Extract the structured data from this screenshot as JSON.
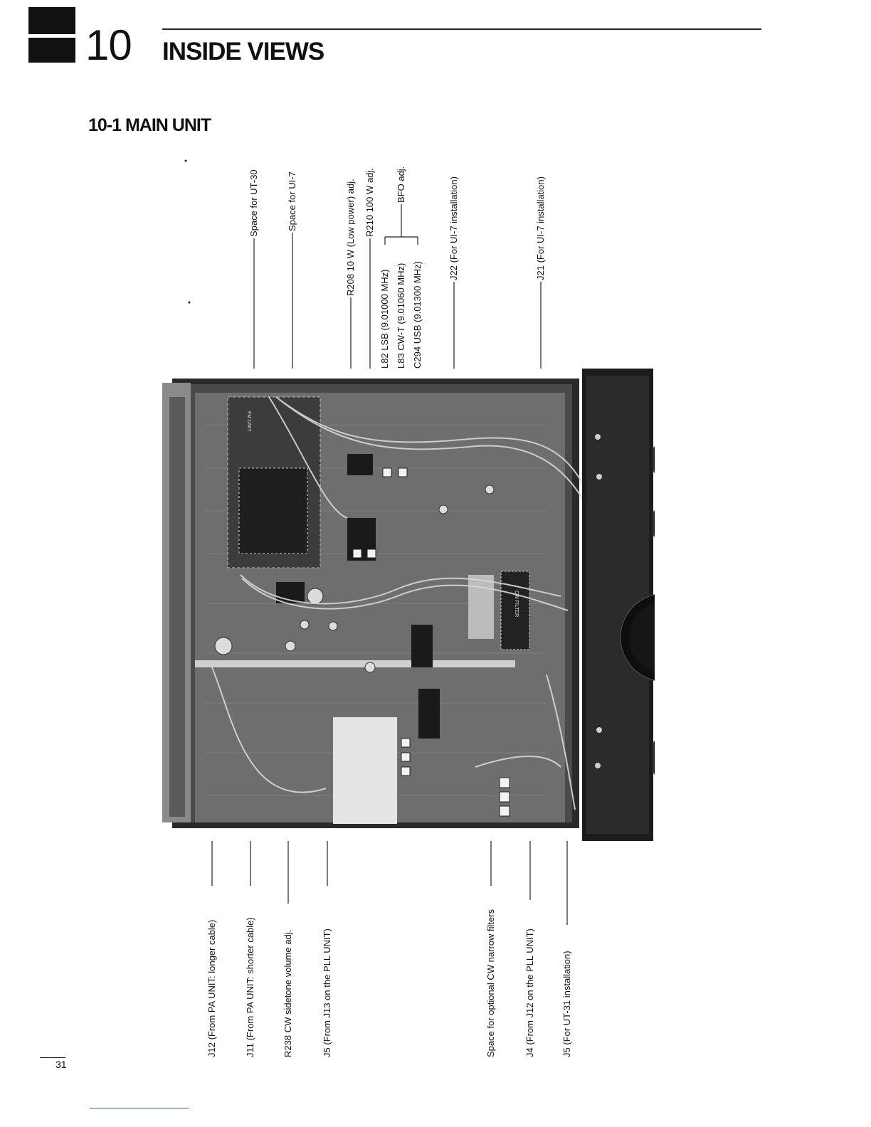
{
  "chapter": {
    "number": "10",
    "title": "INSIDE VIEWS"
  },
  "section": {
    "title": "10-1 MAIN UNIT"
  },
  "labels_top": {
    "ut30": "Space for UT-30",
    "ui7": "Space for UI-7",
    "r208": "R208 10 W (Low power) adj.",
    "r210": "R210 100 W adj.",
    "l82": "L82  LSB  (9.01000 MHz)",
    "l83": "L83  CW-T (9.01060 MHz)",
    "c294": "C294 USB  (9.01300 MHz)",
    "bfo": "BFO adj.",
    "j22": "J22 (For UI-7 installation)",
    "j21": "J21 (For UI-7 installation)"
  },
  "labels_bottom": {
    "j12": "J12 (From PA UNIT:  longer cable)",
    "j11": "J11 (From PA UNIT:  shorter cable)",
    "r238": "R238 CW sidetone volume adj.",
    "j5_pll": "J5 (From J13 on the PLL UNIT)",
    "cw_filters": "Space for optional CW narrow filters",
    "j4": "J4 (From J12 on the PLL UNIT)",
    "j5_ut31": "J5 (For UT-31 installation)"
  },
  "photo": {
    "pcb_labels": [
      "CW FILTER",
      "FM UNIT"
    ]
  },
  "page": {
    "number": "31"
  }
}
